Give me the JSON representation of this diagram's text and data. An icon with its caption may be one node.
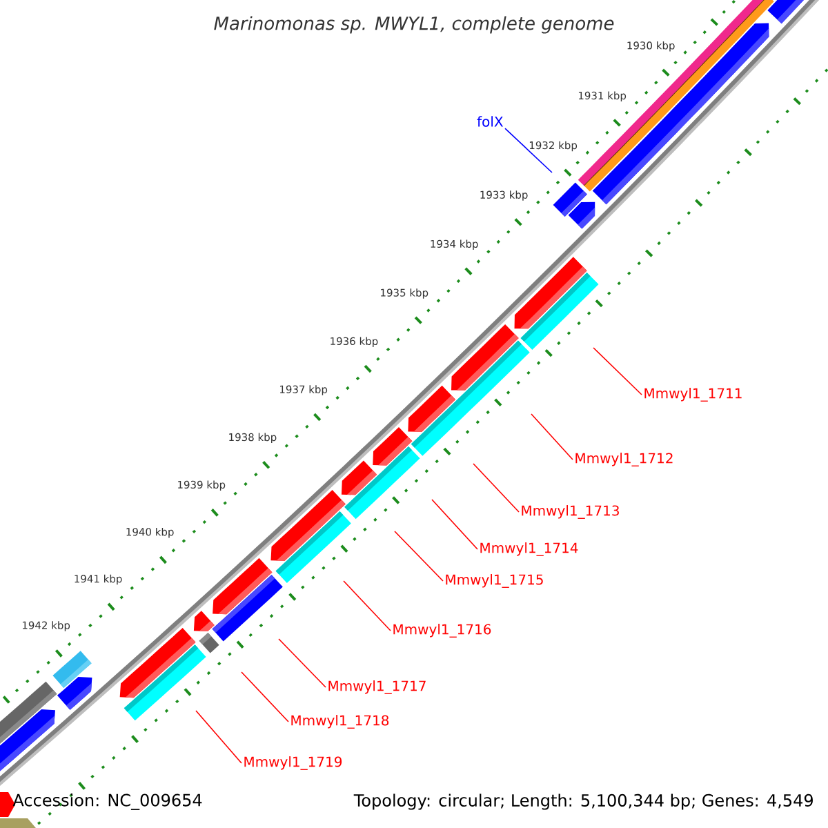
{
  "diagram": {
    "title": "Marinomonas sp. MWYL1, complete genome",
    "nodes": [
      {
        "text": [
          "folX"
        ]
      },
      {
        "text": [
          "Mmwyl1_1711"
        ]
      },
      {
        "text": [
          "Mmwyl1_1712"
        ]
      },
      {
        "text": [
          "Mmwyl1_1713"
        ]
      },
      {
        "text": [
          "Mmwyl1_1714"
        ]
      },
      {
        "text": [
          "Mmwyl1_1715"
        ]
      },
      {
        "text": [
          "Mmwyl1_1716"
        ]
      },
      {
        "text": [
          "Mmwyl1_1717"
        ]
      },
      {
        "text": [
          "Mmwyl1_1718"
        ]
      },
      {
        "text": [
          "Mmwyl1_1719"
        ]
      }
    ],
    "edges": [
      {
        "from": 0,
        "to": null,
        "arrow": "none",
        "color": "#0000ff"
      },
      {
        "from": 1,
        "to": null,
        "arrow": "none"
      },
      {
        "from": 2,
        "to": null,
        "arrow": "none"
      },
      {
        "from": 3,
        "to": null,
        "arrow": "none"
      },
      {
        "from": 4,
        "to": null,
        "arrow": "none"
      },
      {
        "from": 5,
        "to": null,
        "arrow": "none"
      },
      {
        "from": 6,
        "to": null,
        "arrow": "none"
      },
      {
        "from": 7,
        "to": null,
        "arrow": "none"
      },
      {
        "from": 8,
        "to": null,
        "arrow": "none"
      },
      {
        "from": 9,
        "to": null,
        "arrow": "none"
      }
    ],
    "labels": [
      "1930 kbp",
      "1931 kbp",
      "1932 kbp",
      "1933 kbp",
      "1934 kbp",
      "1935 kbp",
      "1936 kbp",
      "1937 kbp",
      "1938 kbp",
      "1939 kbp",
      "1940 kbp",
      "1941 kbp",
      "1942 kbp",
      "Accession: NC_009654",
      "Topology: circular; Length: 5,100,344 bp; Genes: 4,549"
    ]
  }
}
